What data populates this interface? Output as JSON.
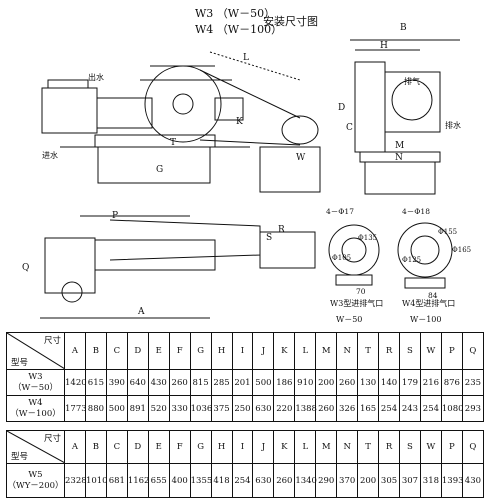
{
  "title": {
    "model_line_1": "W3 （W－50）",
    "model_line_2": "W4 （W－100）",
    "heading": "安装尺寸图"
  },
  "drawing_labels": {
    "outlet": "出水",
    "inlet": "进水",
    "L": "L",
    "B": "B",
    "H": "H",
    "K": "K",
    "D": "D",
    "C": "C",
    "M": "M",
    "N": "N",
    "T": "T",
    "G": "G",
    "W": "W",
    "P": "P",
    "A": "A",
    "Q": "Q",
    "R": "R",
    "S": "S",
    "exhaust": "排气",
    "drain": "排水",
    "w3_flange": "W3型进排气口",
    "w4_flange": "W4型进排气口",
    "w3_model": "W－50",
    "w4_model": "W－100",
    "w3_holes": "4－Φ17",
    "w4_holes": "4－Φ18",
    "d_105": "Φ105",
    "d_135": "Φ135",
    "d_125": "Φ125",
    "d_155": "Φ155",
    "d_165": "Φ165",
    "dim_70": "70",
    "dim_84": "84"
  },
  "table1": {
    "header_size": "尺寸",
    "header_model": "型号",
    "columns": [
      "A",
      "B",
      "C",
      "D",
      "E",
      "F",
      "G",
      "H",
      "I",
      "J",
      "K",
      "L",
      "M",
      "N",
      "T",
      "R",
      "S",
      "W",
      "P",
      "Q"
    ],
    "rows": [
      {
        "model": "W3",
        "model_sub": "（W－50）",
        "values": [
          "1420",
          "615",
          "390",
          "640",
          "430",
          "260",
          "815",
          "285",
          "201",
          "500",
          "186",
          "910",
          "200",
          "260",
          "130",
          "140",
          "179",
          "216",
          "876",
          "235"
        ]
      },
      {
        "model": "W4",
        "model_sub": "（W－100）",
        "values": [
          "1773",
          "880",
          "500",
          "891",
          "520",
          "330",
          "1036",
          "375",
          "250",
          "630",
          "220",
          "1388",
          "260",
          "326",
          "165",
          "254",
          "243",
          "254",
          "1080",
          "293"
        ]
      }
    ]
  },
  "table2": {
    "header_size": "尺寸",
    "header_model": "型号",
    "columns": [
      "A",
      "B",
      "C",
      "D",
      "E",
      "F",
      "G",
      "H",
      "I",
      "J",
      "K",
      "L",
      "M",
      "N",
      "T",
      "R",
      "S",
      "W",
      "P",
      "Q"
    ],
    "rows": [
      {
        "model": "W5",
        "model_sub": "（WY－200）",
        "values": [
          "2328",
          "1010",
          "681",
          "1162",
          "655",
          "400",
          "1355",
          "418",
          "254",
          "630",
          "260",
          "1340",
          "290",
          "370",
          "200",
          "305",
          "307",
          "318",
          "1393",
          "430"
        ]
      }
    ]
  }
}
